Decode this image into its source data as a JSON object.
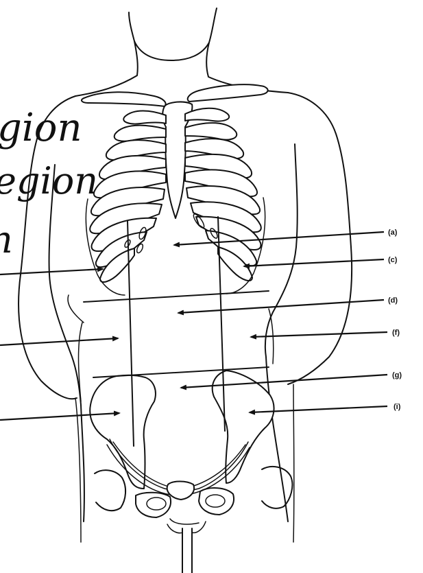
{
  "handwriting": {
    "line1": "gion",
    "line2": "egion",
    "line3": "n"
  },
  "labels": {
    "a": "(a)",
    "c": "(c)",
    "d": "(d)",
    "f": "(f)",
    "g": "(g)",
    "i": "(i)"
  },
  "colors": {
    "ink": "#111111",
    "paper": "#ffffff"
  }
}
